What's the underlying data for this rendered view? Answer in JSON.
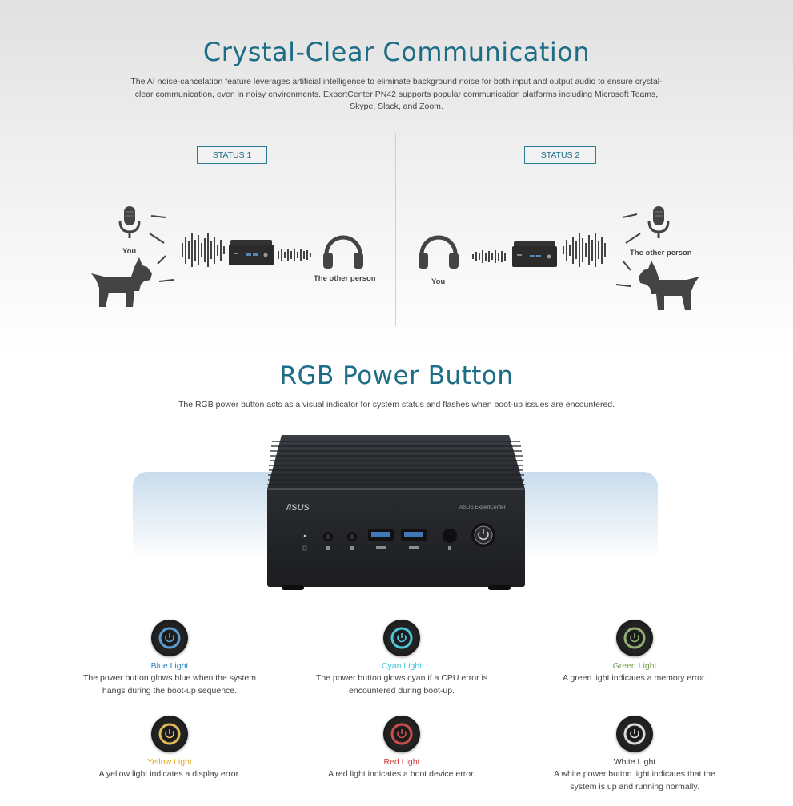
{
  "section1": {
    "title": "Crystal-Clear Communication",
    "paragraph_line1": "The AI noise-cancelation feature leverages artificial intelligence to eliminate background noise for both input and output audio to ensure crystal-",
    "paragraph_line2": "clear communication, even in noisy environments. ExpertCenter PN42 supports popular communication platforms including Microsoft Teams,",
    "paragraph_line3": "Skype, Slack, and Zoom.",
    "status1": {
      "label": "STATUS 1",
      "you_label": "You",
      "other_label": "The other person"
    },
    "status2": {
      "label": "STATUS 2",
      "you_label": "You",
      "other_label": "The other person"
    }
  },
  "section2": {
    "title": "RGB Power Button",
    "subtitle": "The RGB power button acts as a visual indicator for system status and flashes when boot-up issues are encountered.",
    "device": {
      "brand": "/ISUS",
      "model": "ASUS ExpertCenter"
    },
    "lights": [
      {
        "title": "Blue Light",
        "color": "#2a82c8",
        "glow": "#5fa3dc",
        "desc1": "The power button glows blue when the system",
        "desc2": "hangs during the boot-up sequence."
      },
      {
        "title": "Cyan Light",
        "color": "#36c5dc",
        "glow": "#4fd3e3",
        "desc1": "The power button glows cyan if a CPU error is",
        "desc2": "encountered during boot-up."
      },
      {
        "title": "Green Light",
        "color": "#7a9e4f",
        "glow": "#9bb57a",
        "desc1": "A green light indicates a memory error.",
        "desc2": ""
      },
      {
        "title": "Yellow Light",
        "color": "#e3a51c",
        "glow": "#e8c25c",
        "desc1": "A yellow light indicates a display error.",
        "desc2": ""
      },
      {
        "title": "Red Light",
        "color": "#d23a3a",
        "glow": "#d9514f",
        "desc1": "A red light indicates a boot device error.",
        "desc2": ""
      },
      {
        "title": "White Light",
        "color": "#333333",
        "glow": "#e6e6e6",
        "desc1": "A white power button light indicates that the",
        "desc2": "system is up and running normally."
      }
    ]
  }
}
